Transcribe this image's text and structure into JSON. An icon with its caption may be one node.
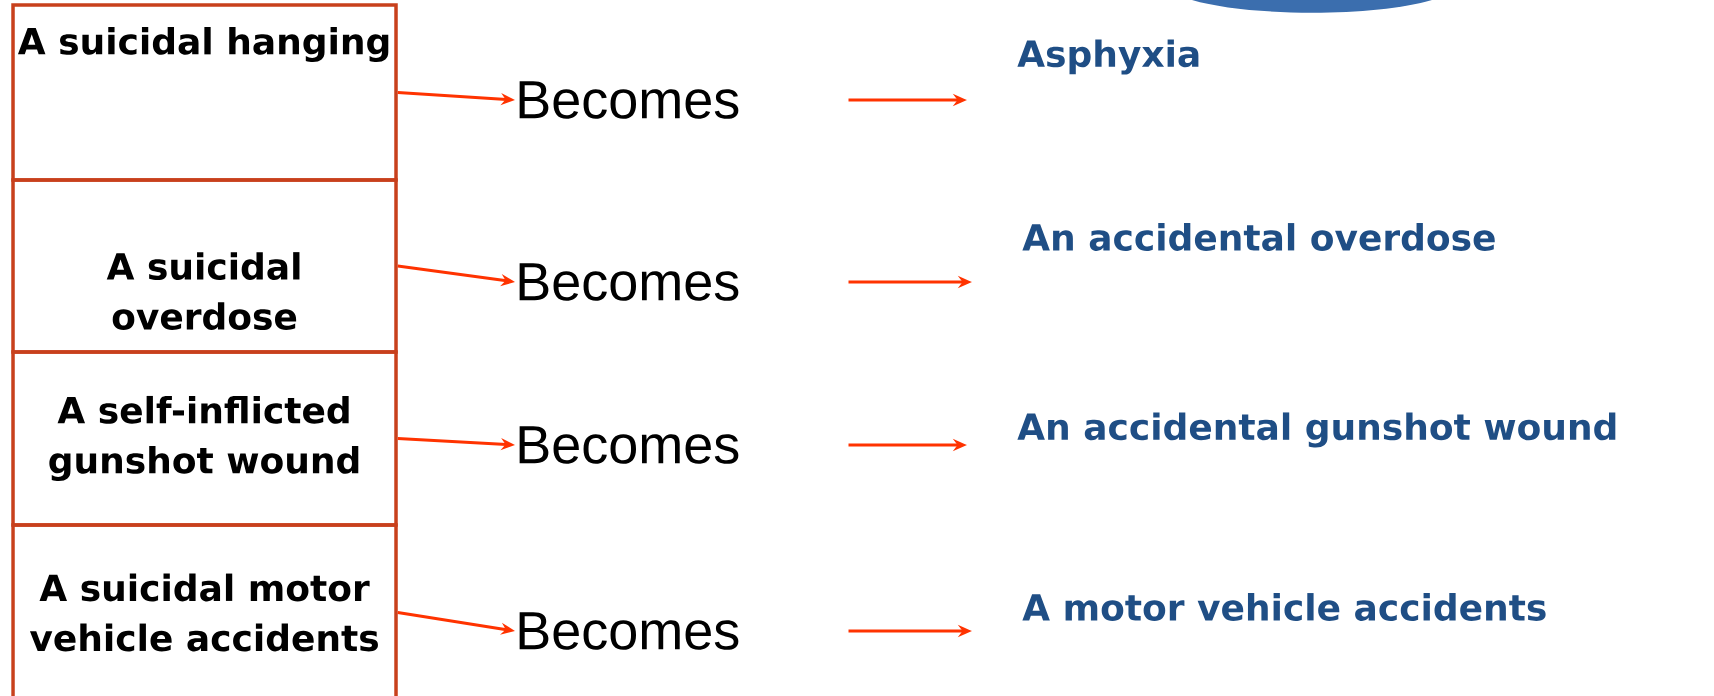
{
  "diagram": {
    "nodes": [
      {
        "text": [
          "A suicidal hanging"
        ]
      },
      {
        "text": [
          "A suicidal overdose"
        ]
      },
      {
        "text": [
          "A self-inflicted gunshot wound"
        ]
      },
      {
        "text": [
          "A suicidal motor vehicle accidents"
        ]
      },
      {
        "text": [
          "Becomes"
        ]
      },
      {
        "text": [
          "Becomes"
        ]
      },
      {
        "text": [
          "Becomes"
        ]
      },
      {
        "text": [
          "Becomes"
        ]
      },
      {
        "text": [
          "Asphyxia"
        ]
      },
      {
        "text": [
          "An accidental overdose"
        ]
      },
      {
        "text": [
          "An accidental gunshot wound"
        ]
      },
      {
        "text": [
          "A motor vehicle accidents"
        ]
      }
    ],
    "edges": [
      {
        "from": 0,
        "to": 4,
        "arrow": "to"
      },
      {
        "from": 4,
        "to": 8,
        "arrow": "to"
      },
      {
        "from": 1,
        "to": 5,
        "arrow": "to"
      },
      {
        "from": 5,
        "to": 9,
        "arrow": "to"
      },
      {
        "from": 2,
        "to": 6,
        "arrow": "to"
      },
      {
        "from": 6,
        "to": 10,
        "arrow": "to"
      },
      {
        "from": 3,
        "to": 7,
        "arrow": "to"
      },
      {
        "from": 7,
        "to": 11,
        "arrow": "to"
      }
    ]
  }
}
